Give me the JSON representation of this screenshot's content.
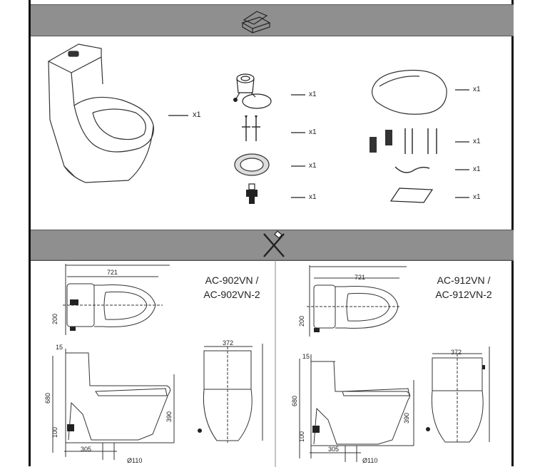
{
  "parts_section": {
    "toilet_qty": "x1",
    "kit_quantities": [
      "x1",
      "x1",
      "x1",
      "x1"
    ],
    "seat_quantities": [
      "x1",
      "x1",
      "x1",
      "x1"
    ]
  },
  "dimensions_left": {
    "model_line1": "AC-902VN /",
    "model_line2": "AC-902VN-2",
    "top_width": "721",
    "top_depth": "200",
    "side_rim": "15",
    "side_height": "680",
    "side_outlet": "100",
    "side_rough": "305",
    "pipe": "Ø110",
    "seat_height": "390",
    "front_width": "372"
  },
  "dimensions_right": {
    "model_line1": "AC-912VN /",
    "model_line2": "AC-912VN-2",
    "top_width": "721",
    "top_depth": "200",
    "side_rim": "15",
    "side_height": "680",
    "side_outlet": "100",
    "side_rough": "305",
    "pipe": "Ø110",
    "seat_height": "390",
    "front_width": "372"
  }
}
